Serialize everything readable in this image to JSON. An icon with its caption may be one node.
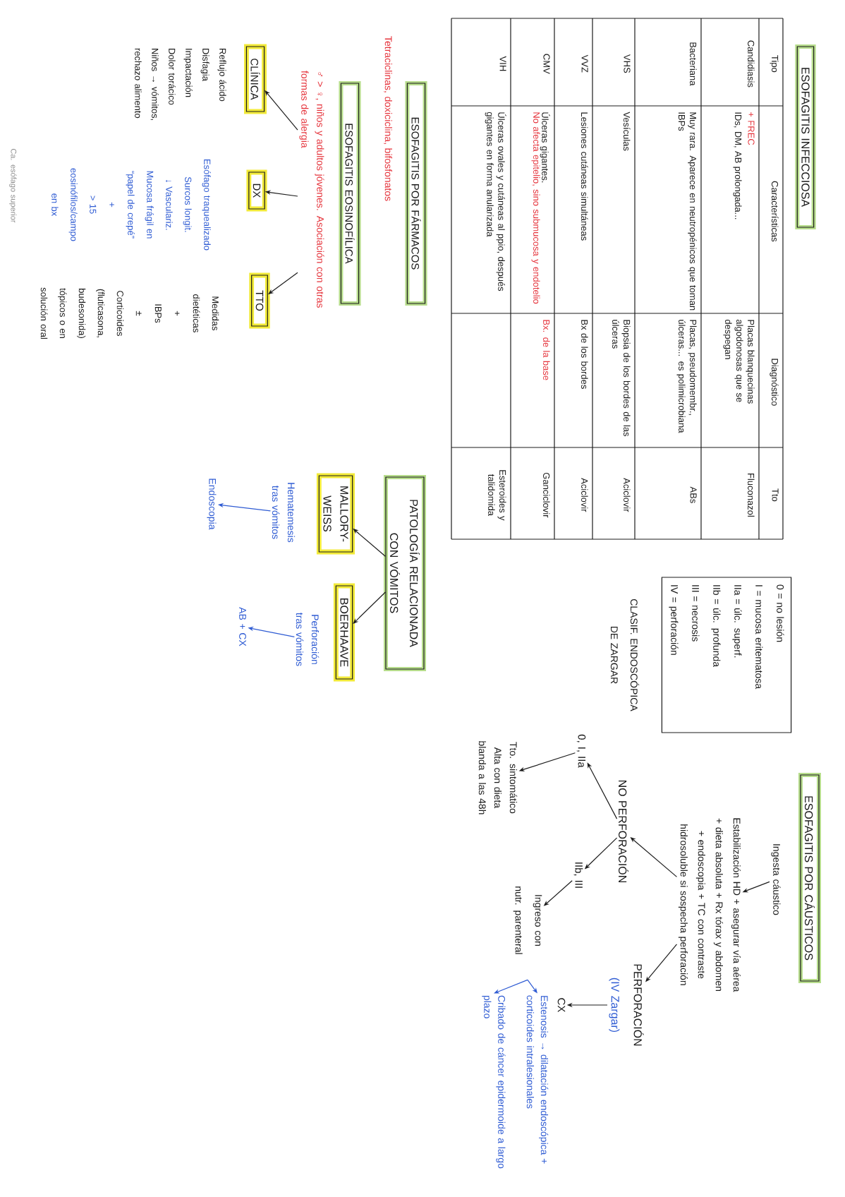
{
  "diagram": {
    "nodes": [
      {
        "text": [
          "ESOFAGITIS INFECCIOSA"
        ]
      },
      {
        "text": [
          "CLASIF. ENDOSCÓPICA DE ZARGAR",
          "0 = no lesión",
          "I = mucosa eritematosa",
          "IIa = úlc. superf.",
          "IIb = úlc. profunda",
          "III = necrosis",
          "IV = perforación"
        ]
      },
      {
        "text": [
          "ESOFAGITIS POR CÁUSTICOS"
        ]
      },
      {
        "text": [
          "Ingesta cáustico"
        ]
      },
      {
        "text": [
          "Estabilización HD + asegurar vía aérea + dieta absoluta + Rx tórax y abdomen + endoscopia + TC con contraste hidrosoluble si sospecha perforación"
        ]
      },
      {
        "text": [
          "NO PERFORACIÓN"
        ]
      },
      {
        "text": [
          "PERFORACIÓN",
          "(IV Zargar)"
        ]
      },
      {
        "text": [
          "0, I, IIa"
        ]
      },
      {
        "text": [
          "IIb, III"
        ]
      },
      {
        "text": [
          "Tto. sintomático",
          "Alta con dieta blanda a las 48h"
        ]
      },
      {
        "text": [
          "Ingreso con nutr. parenteral"
        ]
      },
      {
        "text": [
          "CX"
        ]
      },
      {
        "text": [
          "Estenosis → dilatación endoscópica + corticoides intralesionales"
        ]
      },
      {
        "text": [
          "Cribado de cáncer epidermoide a largo plazo"
        ]
      },
      {
        "text": [
          "PATOLOGÍA RELACIONADA CON VÓMITOS"
        ]
      },
      {
        "text": [
          "MALLORY-WEISS"
        ]
      },
      {
        "text": [
          "BOERHAAVE"
        ]
      },
      {
        "text": [
          "Hematemesis tras vómitos"
        ]
      },
      {
        "text": [
          "Endoscopia"
        ]
      },
      {
        "text": [
          "Perforación tras vómitos"
        ]
      },
      {
        "text": [
          "AB + CX"
        ]
      },
      {
        "text": [
          "ESOFAGITIS POR FÁRMACOS"
        ],
        "beside": [
          "Tetraciclinas, doxiciclina, bifosfonatos"
        ]
      },
      {
        "text": [
          "ESOFAGITIS EOSINOFÍLICA"
        ]
      },
      {
        "text": [
          "♂ > ♀, niños y adultos jóvenes. Asociación con otras formas de alergia"
        ]
      },
      {
        "text": [
          "CLÍNICA"
        ]
      },
      {
        "text": [
          "DX"
        ]
      },
      {
        "text": [
          "TTO"
        ]
      },
      {
        "text": [
          "Reflujo ácido",
          "Disfagia",
          "Impactación",
          "Dolor torácico",
          "Niños → vómitos, rechazo alimento"
        ]
      },
      {
        "text": [
          "Esófago traquealizado",
          "Surcos longit.",
          "↓ Vasculariz.",
          "Mucosa frágil en “papel de crepé”",
          "+",
          "> 15 eosinófilos/campo en bx"
        ]
      },
      {
        "text": [
          "Medidas dietéticas",
          "+",
          "IBPs",
          "±",
          "Corticoides (fluticasona, budesonida) tópicos o en solución oral"
        ]
      }
    ],
    "edges": [
      {
        "from": 3,
        "to": 4,
        "arrow": "to"
      },
      {
        "from": 4,
        "to": 5,
        "arrow": "to"
      },
      {
        "from": 4,
        "to": 6,
        "arrow": "to"
      },
      {
        "from": 5,
        "to": 7,
        "arrow": "to"
      },
      {
        "from": 5,
        "to": 8,
        "arrow": "to"
      },
      {
        "from": 7,
        "to": 9,
        "arrow": "to"
      },
      {
        "from": 8,
        "to": 10,
        "arrow": "to"
      },
      {
        "from": 6,
        "to": 11,
        "arrow": "to"
      },
      {
        "from": 10,
        "to": 12,
        "arrow": "to",
        "color": "#2e5bd3"
      },
      {
        "from": 10,
        "to": 13,
        "arrow": "to",
        "color": "#2e5bd3"
      },
      {
        "from": 14,
        "to": 15,
        "arrow": "to"
      },
      {
        "from": 14,
        "to": 16,
        "arrow": "to"
      },
      {
        "from": 17,
        "to": 18,
        "arrow": "to",
        "color": "#2e5bd3"
      },
      {
        "from": 19,
        "to": 20,
        "arrow": "to",
        "color": "#2e5bd3"
      },
      {
        "from": 23,
        "to": 24,
        "arrow": "to"
      },
      {
        "from": 23,
        "to": 25,
        "arrow": "to"
      },
      {
        "from": 23,
        "to": 26,
        "arrow": "to"
      }
    ],
    "labels": [
      "Tipo",
      "Características",
      "Diagnóstico",
      "Tto",
      "Candidiasis",
      "+ FREC",
      "IDs, DM, AB prolongada...",
      "Placas blanquecinas algodonosas que se despegan",
      "Fluconazol",
      "Bacteriana",
      "Muy rara. Aparece en neutropénicos que toman IBPs",
      "Placas, pseudomembr., úlceras... es polimicrobiana",
      "ABs",
      "VHS",
      "Vesículas",
      "Biopsia de los bordes de las úlceras",
      "Aciclovir",
      "VVZ",
      "Lesiones cutáneas simultáneas",
      "Bx de los bordes",
      "Aciclovir",
      "CMV",
      "Úlceras gigantes.",
      "No afecta epitelio, sino submucosa y endotelio",
      "Bx. de la base",
      "Ganciclovir",
      "VIH",
      "Úlceras ovales y cutáneas al ppio, después gigantes en forma anularizada",
      "Esteroides y talidomida",
      "Ca. esófago superior"
    ]
  }
}
